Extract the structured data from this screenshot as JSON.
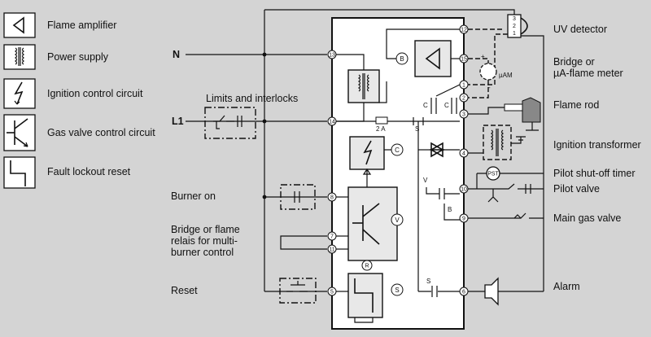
{
  "legend": {
    "flame_amplifier": "Flame amplifier",
    "power_supply": "Power supply",
    "ignition_control": "Ignition control circuit",
    "gas_valve_control": "Gas valve control circuit",
    "fault_lockout_reset": "Fault lockout reset"
  },
  "left_labels": {
    "n": "N",
    "l1": "L1",
    "limits": "Limits and interlocks",
    "burner_on": "Burner on",
    "bridge_relais_1": "Bridge or flame",
    "bridge_relais_2": "relais for multi-",
    "bridge_relais_3": "burner control",
    "reset": "Reset"
  },
  "right_labels": {
    "uv_detector": "UV detector",
    "bridge_meter_1": "Bridge or",
    "bridge_meter_2": "µA-flame meter",
    "flame_rod": "Flame rod",
    "ignition_transformer": "Ignition transformer",
    "pilot_timer": "Pilot shut-off timer",
    "pilot_valve": "Pilot valve",
    "main_gas_valve": "Main gas valve",
    "alarm": "Alarm"
  },
  "terminals": {
    "t1": "1",
    "t2": "2",
    "t3": "3",
    "t4": "4",
    "t5": "5",
    "t6": "6",
    "t7": "7",
    "t8": "8",
    "t9": "9",
    "t10": "10",
    "t11": "11",
    "t12": "12",
    "t13": "13",
    "t14": "14",
    "t15": "15"
  },
  "marks": {
    "fuse": "2 A",
    "b": "B",
    "c": "C",
    "r": "R",
    "s": "S",
    "v": "V",
    "uam": "µAM",
    "pst": "PST",
    "det_3": "3",
    "det_2": "2",
    "det_1": "1",
    "plus": "+",
    "minus": "-",
    "contact_s": "S",
    "contact_v": "V",
    "contact_b": "B",
    "contact_c1": "C",
    "contact_c2": "C"
  }
}
